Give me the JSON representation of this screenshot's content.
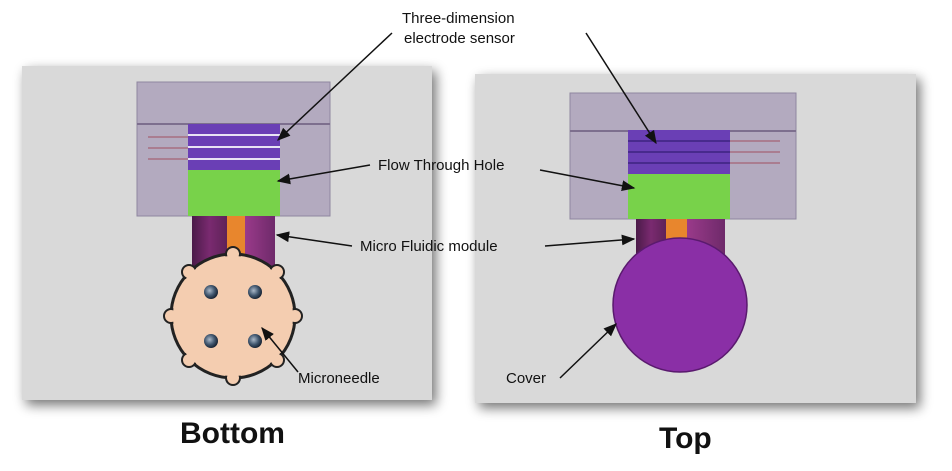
{
  "labels": {
    "sensor_line1": "Three-dimension",
    "sensor_line2": "electrode sensor",
    "flow_hole": "Flow Through Hole",
    "fluidic": "Micro Fluidic module",
    "microneedle": "Microneedle",
    "cover": "Cover"
  },
  "captions": {
    "left": "Bottom",
    "right": "Top"
  },
  "colors": {
    "panel_bg": "#d9d9d9",
    "housing": "#b3aabf",
    "sensor": "#6a3fb5",
    "flow_hole": "#78d24a",
    "fluidic_module": "#8b3a8e",
    "center_channel": "#e8862d",
    "microneedle_disk": "#f4cdb0",
    "cover_disk": "#8a2fa6"
  }
}
